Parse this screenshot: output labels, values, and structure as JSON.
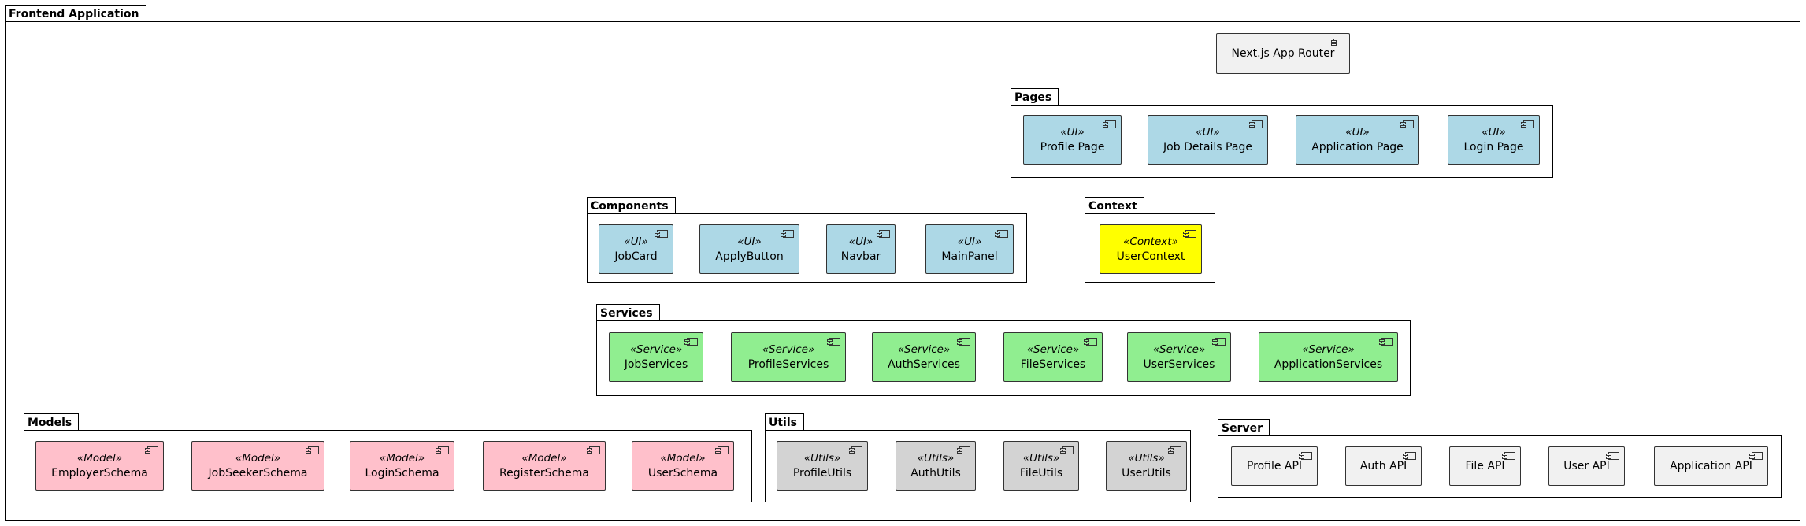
{
  "packages": {
    "frontend": "Frontend Application",
    "pages": "Pages",
    "components": "Components",
    "context": "Context",
    "services": "Services",
    "models": "Models",
    "utils": "Utils",
    "server": "Server"
  },
  "router": {
    "name": "Next.js App Router"
  },
  "pages": [
    {
      "id": "profile-page",
      "stereotype": "«UI»",
      "name": "Profile Page"
    },
    {
      "id": "job-details-page",
      "stereotype": "«UI»",
      "name": "Job Details Page"
    },
    {
      "id": "application-page",
      "stereotype": "«UI»",
      "name": "Application Page"
    },
    {
      "id": "login-page",
      "stereotype": "«UI»",
      "name": "Login Page"
    }
  ],
  "components": [
    {
      "id": "jobcard",
      "stereotype": "«UI»",
      "name": "JobCard"
    },
    {
      "id": "applybutton",
      "stereotype": "«UI»",
      "name": "ApplyButton"
    },
    {
      "id": "navbar",
      "stereotype": "«UI»",
      "name": "Navbar"
    },
    {
      "id": "mainpanel",
      "stereotype": "«UI»",
      "name": "MainPanel"
    }
  ],
  "context": [
    {
      "id": "usercontext",
      "stereotype": "«Context»",
      "name": "UserContext"
    }
  ],
  "services": [
    {
      "id": "jobservices",
      "stereotype": "«Service»",
      "name": "JobServices"
    },
    {
      "id": "profileservices",
      "stereotype": "«Service»",
      "name": "ProfileServices"
    },
    {
      "id": "authservices",
      "stereotype": "«Service»",
      "name": "AuthServices"
    },
    {
      "id": "fileservices",
      "stereotype": "«Service»",
      "name": "FileServices"
    },
    {
      "id": "userservices",
      "stereotype": "«Service»",
      "name": "UserServices"
    },
    {
      "id": "applicationservices",
      "stereotype": "«Service»",
      "name": "ApplicationServices"
    }
  ],
  "models": [
    {
      "id": "employerschema",
      "stereotype": "«Model»",
      "name": "EmployerSchema"
    },
    {
      "id": "jobseekerschema",
      "stereotype": "«Model»",
      "name": "JobSeekerSchema"
    },
    {
      "id": "loginschema",
      "stereotype": "«Model»",
      "name": "LoginSchema"
    },
    {
      "id": "registerschema",
      "stereotype": "«Model»",
      "name": "RegisterSchema"
    },
    {
      "id": "userschema",
      "stereotype": "«Model»",
      "name": "UserSchema"
    }
  ],
  "utils": [
    {
      "id": "profileutils",
      "stereotype": "«Utils»",
      "name": "ProfileUtils"
    },
    {
      "id": "authutils",
      "stereotype": "«Utils»",
      "name": "AuthUtils"
    },
    {
      "id": "fileutils",
      "stereotype": "«Utils»",
      "name": "FileUtils"
    },
    {
      "id": "userutils",
      "stereotype": "«Utils»",
      "name": "UserUtils"
    }
  ],
  "server": [
    {
      "id": "profile-api",
      "name": "Profile API"
    },
    {
      "id": "auth-api",
      "name": "Auth API"
    },
    {
      "id": "file-api",
      "name": "File API"
    },
    {
      "id": "user-api",
      "name": "User API"
    },
    {
      "id": "application-api",
      "name": "Application API"
    }
  ],
  "edges": [
    {
      "from": "router",
      "to": "profile-page",
      "style": "solid"
    },
    {
      "from": "router",
      "to": "job-details-page",
      "style": "solid"
    },
    {
      "from": "router",
      "to": "application-page",
      "style": "solid"
    },
    {
      "from": "router",
      "to": "login-page",
      "style": "solid"
    },
    {
      "from": "profile-page",
      "to": "usercontext",
      "style": "solid"
    },
    {
      "from": "profile-page",
      "to": "profileservices",
      "style": "solid"
    },
    {
      "from": "profile-page",
      "to": "fileservices",
      "style": "solid"
    },
    {
      "from": "usercontext",
      "to": "authservices",
      "style": "solid"
    },
    {
      "from": "usercontext",
      "to": "userservices",
      "style": "solid"
    },
    {
      "from": "jobcard",
      "to": "jobservices",
      "style": "solid"
    },
    {
      "from": "applybutton",
      "to": "applicationservices",
      "style": "solid"
    },
    {
      "from": "profileservices",
      "to": "employerschema",
      "style": "dashed"
    },
    {
      "from": "profileservices",
      "to": "jobseekerschema",
      "style": "dashed"
    },
    {
      "from": "profileservices",
      "to": "profileutils",
      "style": "dashed"
    },
    {
      "from": "profileservices",
      "to": "profile-api",
      "style": "solid"
    },
    {
      "from": "authservices",
      "to": "loginschema",
      "style": "dashed"
    },
    {
      "from": "authservices",
      "to": "registerschema",
      "style": "dashed"
    },
    {
      "from": "authservices",
      "to": "authutils",
      "style": "dashed"
    },
    {
      "from": "authservices",
      "to": "auth-api",
      "style": "solid"
    },
    {
      "from": "fileservices",
      "to": "fileutils",
      "style": "dashed"
    },
    {
      "from": "fileservices",
      "to": "file-api",
      "style": "solid"
    },
    {
      "from": "userservices",
      "to": "userschema",
      "style": "dashed"
    },
    {
      "from": "userservices",
      "to": "userutils",
      "style": "dashed"
    },
    {
      "from": "userservices",
      "to": "user-api",
      "style": "solid"
    },
    {
      "from": "applicationservices",
      "to": "application-api",
      "style": "solid"
    }
  ]
}
